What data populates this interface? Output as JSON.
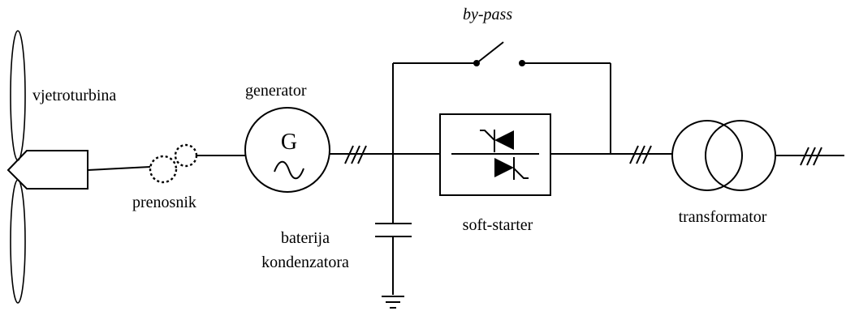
{
  "labels": {
    "turbine": "vjetroturbina",
    "gearbox": "prenosnik",
    "generator": "generator",
    "generator_symbol": "G",
    "bypass": "by-pass",
    "capacitor_bank_line1": "baterija",
    "capacitor_bank_line2": "kondenzatora",
    "soft_starter": "soft-starter",
    "transformer": "transformator"
  }
}
